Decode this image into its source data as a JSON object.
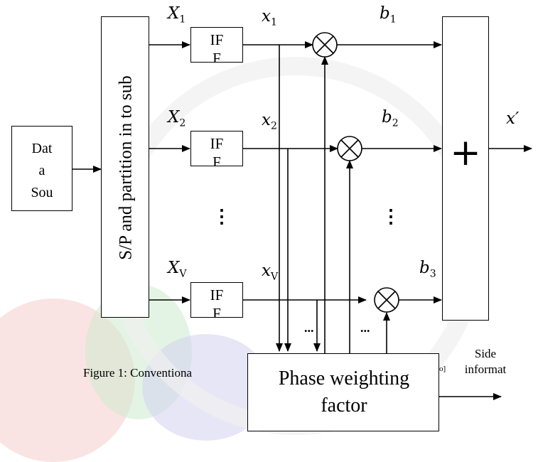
{
  "source_box": {
    "lines": [
      "Dat",
      "a",
      "Sou"
    ]
  },
  "sp_block": {
    "label": "S/P and partition in to sub"
  },
  "ifft_label": "IF\nF",
  "branches": [
    {
      "input": "X",
      "input_sub": "1",
      "output": "x",
      "output_sub": "1",
      "weight": "b",
      "weight_sub": "1"
    },
    {
      "input": "X",
      "input_sub": "2",
      "output": "x",
      "output_sub": "2",
      "weight": "b",
      "weight_sub": "2"
    },
    {
      "input": "X",
      "input_sub": "V",
      "output": "x",
      "output_sub": "V",
      "weight": "b",
      "weight_sub": "3"
    }
  ],
  "vertical_ellipsis": "⋮",
  "horizontal_ellipsis": "...",
  "adder_symbol": "+",
  "output_label": "x′",
  "phase_box": {
    "label": "Phase weighting factor"
  },
  "side_information": "Side\ninformat",
  "caption": "Figure 1: Conventiona",
  "caption_tail": "o]",
  "colors": {
    "line": "#000000",
    "watermark_red": "#f3b3b3",
    "watermark_green": "#c8ecc8",
    "watermark_blue": "#c8c8ee",
    "watermark_grey": "#e6e6e6"
  }
}
